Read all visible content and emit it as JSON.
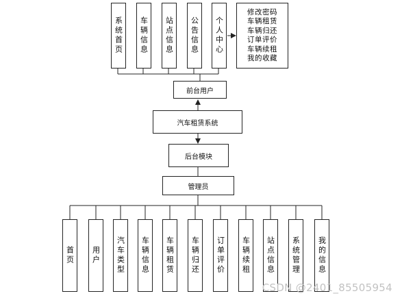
{
  "diagram": {
    "top_modules": [
      "系统首页",
      "车辆信息",
      "站点信息",
      "公告信息",
      "个人中心"
    ],
    "personal_center_items": [
      "修改密码",
      "车辆租赁",
      "车辆归还",
      "订单评价",
      "车辆续租",
      "我的收藏"
    ],
    "front_node": "前台用户",
    "system_node": "汽车租赁系统",
    "backend_node": "后台模块",
    "admin_node": "管理员",
    "bottom_modules": [
      "首页",
      "用户",
      "汽车类型",
      "车辆信息",
      "车辆租赁",
      "车辆归还",
      "订单评价",
      "车辆续租",
      "站点信息",
      "系统管理",
      "我的信息"
    ]
  },
  "watermark": "CSDN @2401_85505954"
}
